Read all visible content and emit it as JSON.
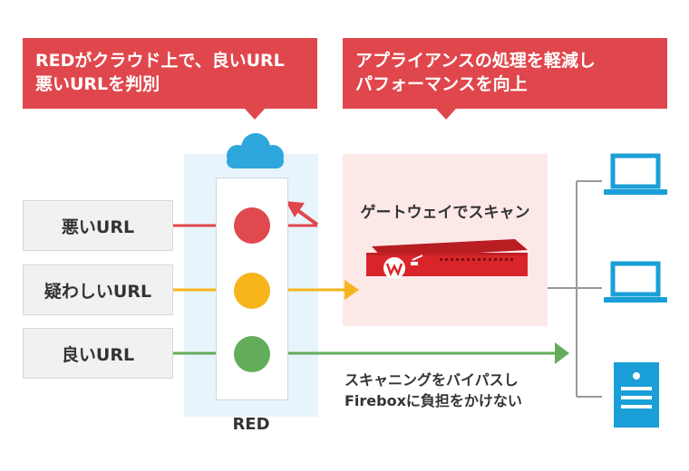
{
  "callouts": {
    "left": {
      "line1": "REDがクラウド上で、良いURL",
      "line2": "悪いURLを判別"
    },
    "right": {
      "line1": "アプライアンスの処理を軽減し",
      "line2": "パフォーマンスを向上"
    }
  },
  "url_labels": {
    "bad": "悪いURL",
    "suspicious": "疑わしいURL",
    "good": "良いURL"
  },
  "red_label": "RED",
  "gateway_title": "ゲートウェイでスキャン",
  "bypass_text": {
    "line1": "スキャニングをバイパスし",
    "line2": "Fireboxに負担をかけない"
  },
  "colors": {
    "accent_red": "#e0474c",
    "lamp_red": "#e04a4f",
    "lamp_yellow": "#f7b51b",
    "lamp_green": "#63ad5a",
    "cloud_blue": "#2ea7dc",
    "device_blue": "#1a9fd8",
    "firebox_red": "#d9252a"
  },
  "icons": {
    "cloud": "cloud-icon",
    "laptop": "laptop-icon",
    "server": "server-icon",
    "firebox": "firebox-appliance-icon"
  }
}
